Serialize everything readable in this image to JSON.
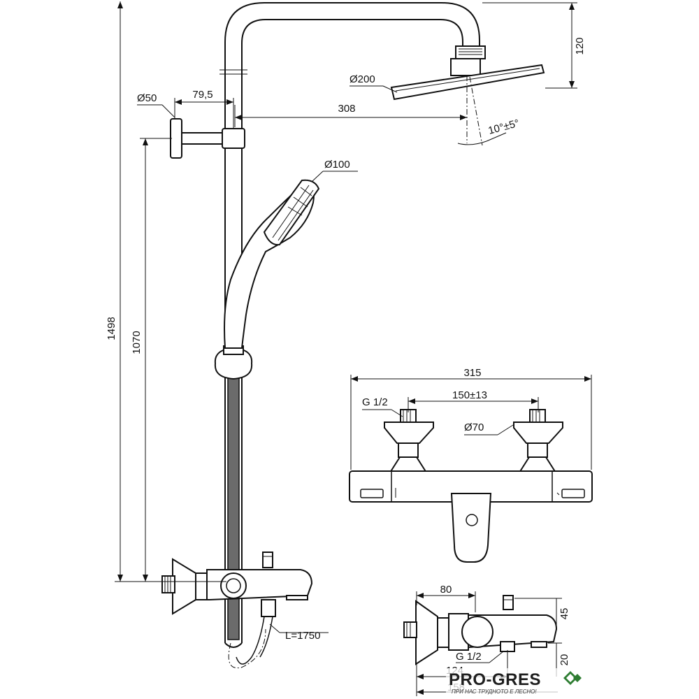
{
  "dimensions": {
    "head_diameter": "Ø200",
    "head_height": "120",
    "arm_reach": "308",
    "tilt": "10°±5°",
    "wall_flange": "Ø50",
    "wall_offset": "79,5",
    "hand_diameter": "Ø100",
    "total_height": "1498",
    "rail_height": "1070",
    "hose_length": "L=1750",
    "mixer_width": "315",
    "centers": "150±13",
    "thread_top": "G 1/2",
    "escutcheon": "Ø70",
    "side_depth": "80",
    "side_height": "45",
    "thread_side": "G 1/2",
    "side_depth2": "124",
    "side_depth3": "158",
    "side_drop": "20"
  },
  "logo": {
    "name": "PRO-GRES",
    "tagline": "ПРИ НАС ТРУДНОТО Е ЛЕСНО!",
    "accent": "#2e7d32"
  }
}
